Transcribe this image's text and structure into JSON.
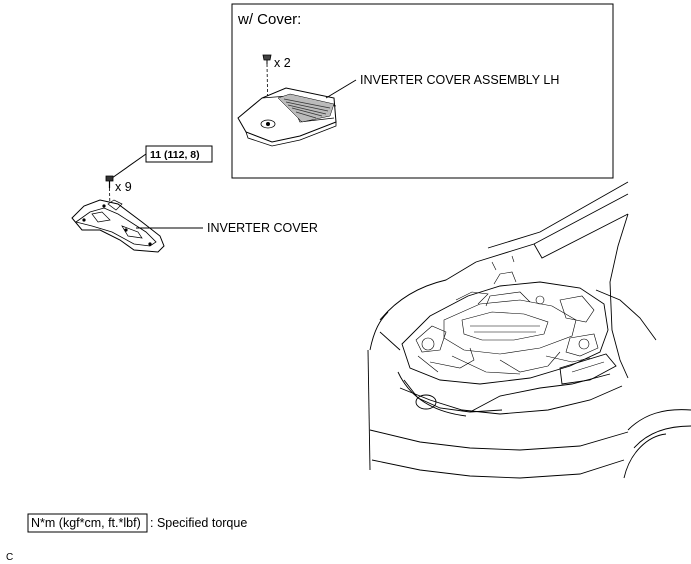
{
  "inset": {
    "title": "w/ Cover:",
    "bolt_qty": "x 2",
    "part_label": "INVERTER COVER ASSEMBLY LH"
  },
  "main": {
    "torque_spec": "11 (112, 8)",
    "bolt_qty": "x 9",
    "part_label": "INVERTER COVER"
  },
  "legend": {
    "box_text": "N*m (kgf*cm, ft.*lbf)",
    "description": ": Specified torque"
  },
  "figure_id": "C"
}
